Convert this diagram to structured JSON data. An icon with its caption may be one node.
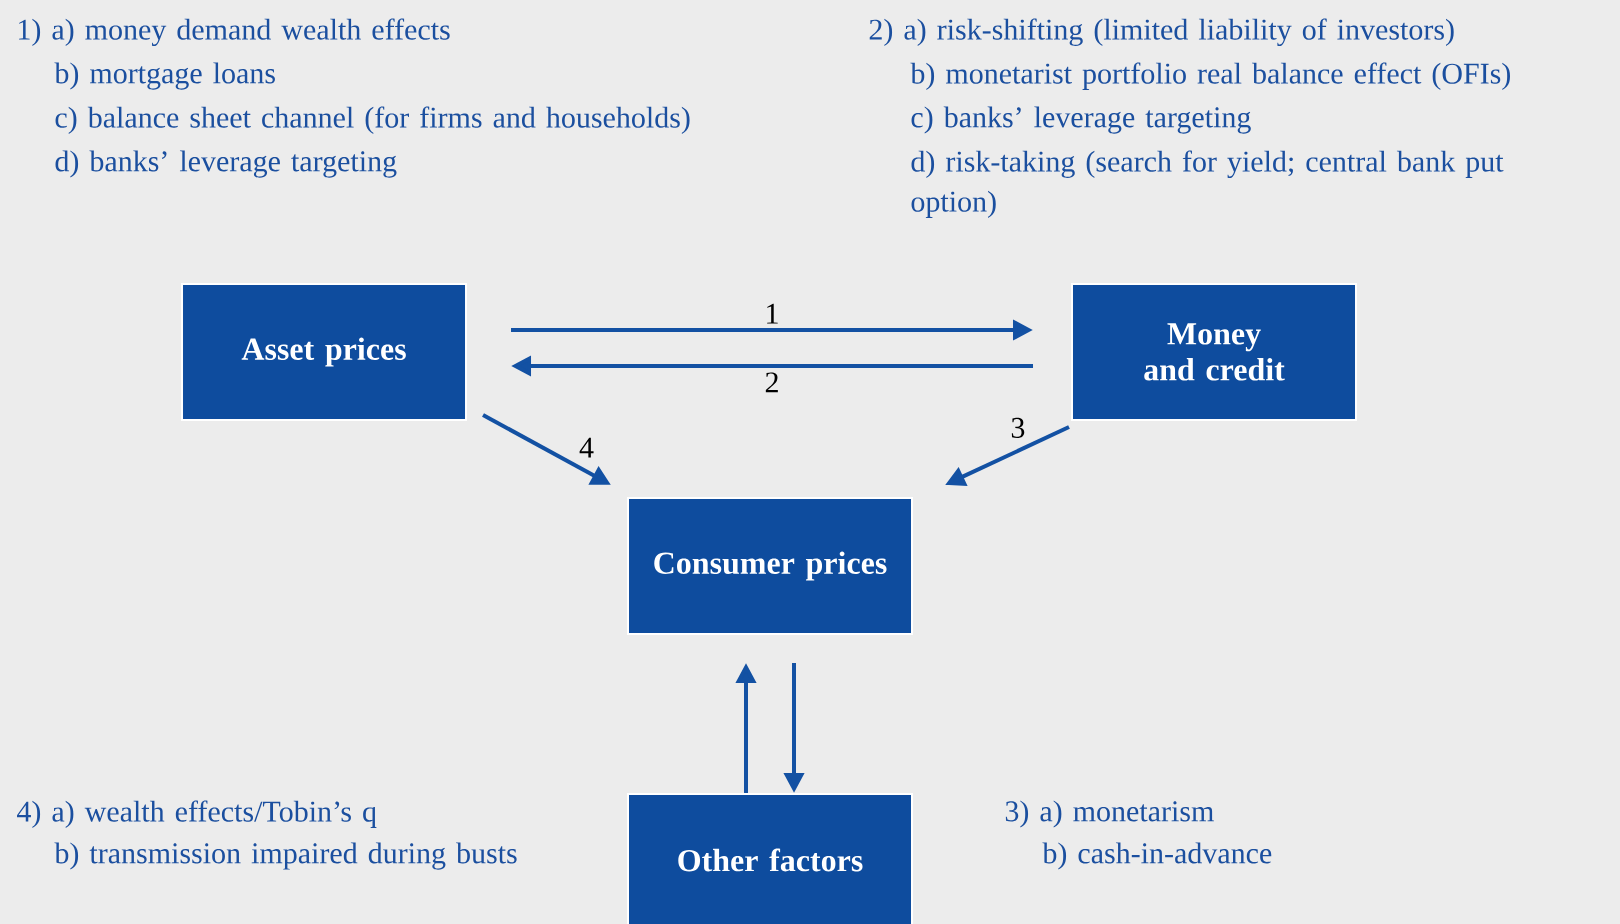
{
  "diagram": {
    "nodes": [
      {
        "text": [
          "Asset prices"
        ]
      },
      {
        "text": [
          "Money and credit"
        ]
      },
      {
        "text": [
          "Consumer prices"
        ]
      },
      {
        "text": [
          "Other factors"
        ]
      }
    ],
    "edges": [
      {
        "from": 0,
        "to": 1,
        "arrow": "to",
        "label": "1"
      },
      {
        "from": 1,
        "to": 0,
        "arrow": "to",
        "label": "2"
      },
      {
        "from": 1,
        "to": 2,
        "arrow": "to",
        "label": "3"
      },
      {
        "from": 0,
        "to": 2,
        "arrow": "to",
        "label": "4"
      },
      {
        "from": 3,
        "to": 2,
        "arrow": "to"
      },
      {
        "from": 2,
        "to": 3,
        "arrow": "to"
      }
    ],
    "labels": [
      "1) a) money demand wealth effects",
      "2) a) risk-shifting (limited liability of investors)",
      "b) mortgage loans",
      "b) monetarist portfolio real balance effect (OFIs)",
      "c) balance sheet channel (for firms and households)",
      "c) banks’ leverage targeting",
      "d) banks’ leverage targeting",
      "d) risk-taking (search for yield; central bank put option)",
      "4) a) wealth effects/Tobin’s q",
      "3) a) monetarism",
      "b) transmission impaired during busts",
      "b) cash-in-advance"
    ]
  }
}
